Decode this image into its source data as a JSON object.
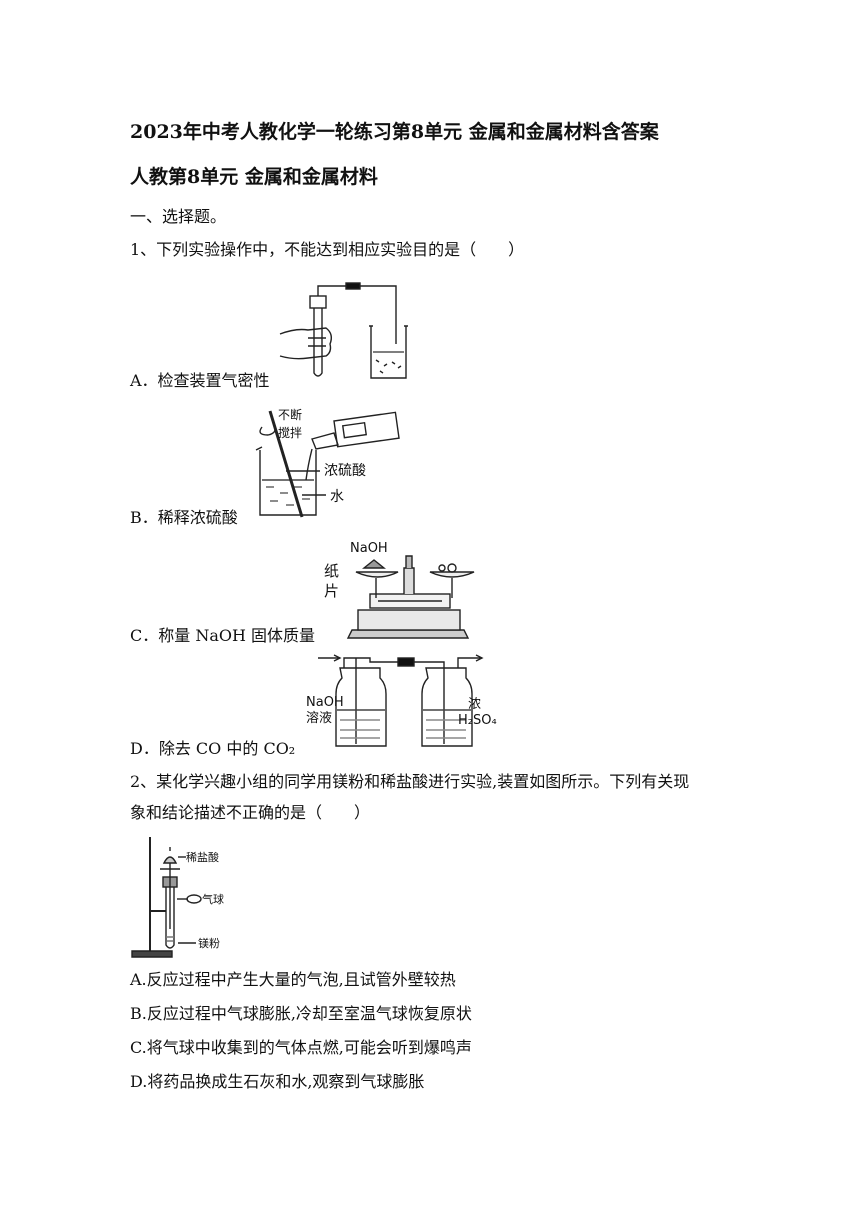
{
  "doc": {
    "title": "2023年中考人教化学一轮练习第8单元 金属和金属材料含答案",
    "subtitle": "人教第8单元 金属和金属材料",
    "section": "一、选择题。"
  },
  "q1": {
    "stem": "1、下列实验操作中，不能达到相应实验目的是（　　）",
    "options": [
      {
        "text": "A．检查装置气密性"
      },
      {
        "text": "B．稀释浓硫酸"
      },
      {
        "text": "C．称量 NaOH 固体质量"
      },
      {
        "text": "D．除去 CO 中的 CO₂"
      }
    ],
    "fig_b_labels": {
      "stir": "不断",
      "stir2": "搅拌",
      "acid": "浓硫酸",
      "water": "水"
    },
    "fig_c_labels": {
      "naoh": "NaOH",
      "paper1": "纸",
      "paper2": "片"
    },
    "fig_d_labels": {
      "naoh1": "NaOH",
      "naoh2": "溶液",
      "h2so4_1": "浓",
      "h2so4_2": "H₂SO₄"
    }
  },
  "q2": {
    "stem1": "2、某化学兴趣小组的同学用镁粉和稀盐酸进行实验,装置如图所示。下列有关现",
    "stem2": "象和结论描述不正确的是（　　）",
    "fig_labels": {
      "acid": "稀盐酸",
      "balloon": "气球",
      "mg": "镁粉"
    },
    "options": [
      {
        "text": "A.反应过程中产生大量的气泡,且试管外壁较热"
      },
      {
        "text": "B.反应过程中气球膨胀,冷却至室温气球恢复原状"
      },
      {
        "text": "C.将气球中收集到的气体点燃,可能会听到爆鸣声"
      },
      {
        "text": "D.将药品换成生石灰和水,观察到气球膨胀"
      }
    ]
  }
}
